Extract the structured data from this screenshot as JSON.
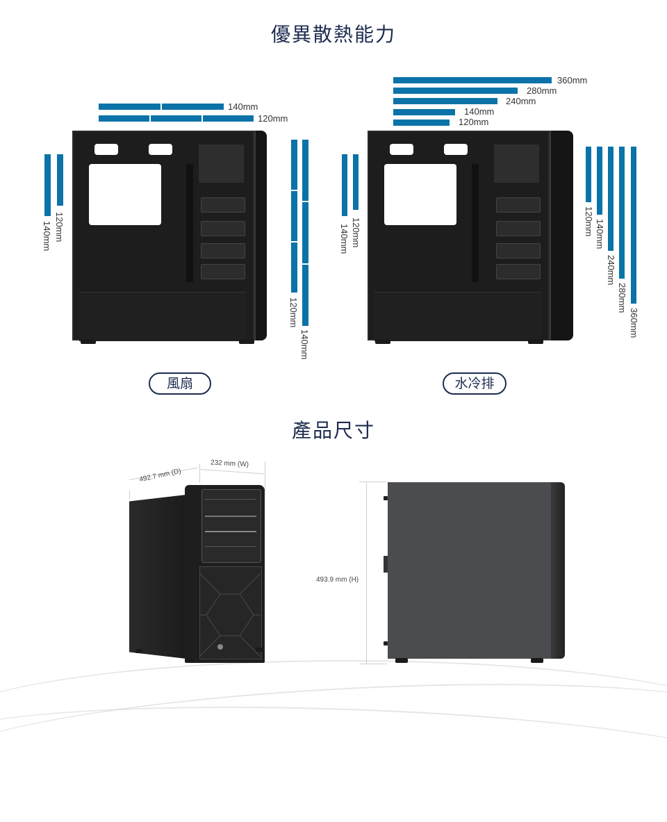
{
  "section1": {
    "title": "優異散熱能力",
    "fan_panel": {
      "button_label": "風扇",
      "top": [
        {
          "label": "140mm"
        },
        {
          "label": "120mm"
        }
      ],
      "left": [
        {
          "label": "120mm"
        },
        {
          "label": "140mm"
        }
      ],
      "front": [
        {
          "label": "120mm"
        },
        {
          "label": "140mm"
        }
      ]
    },
    "radiator_panel": {
      "button_label": "水冷排",
      "top": [
        {
          "label": "360mm"
        },
        {
          "label": "280mm"
        },
        {
          "label": "240mm"
        },
        {
          "label": "140mm"
        },
        {
          "label": "120mm"
        }
      ],
      "left": [
        {
          "label": "120mm"
        },
        {
          "label": "140mm"
        }
      ],
      "front": [
        {
          "label": "120mm"
        },
        {
          "label": "140mm"
        },
        {
          "label": "240mm"
        },
        {
          "label": "280mm"
        },
        {
          "label": "360mm"
        }
      ]
    }
  },
  "section2": {
    "title": "產品尺寸",
    "depth_label": "492.7 mm (D)",
    "width_label": "232 mm (W)",
    "height_label": "493.9 mm (H)"
  },
  "colors": {
    "bar": "#0b73a8",
    "heading": "#1c2b4f"
  }
}
